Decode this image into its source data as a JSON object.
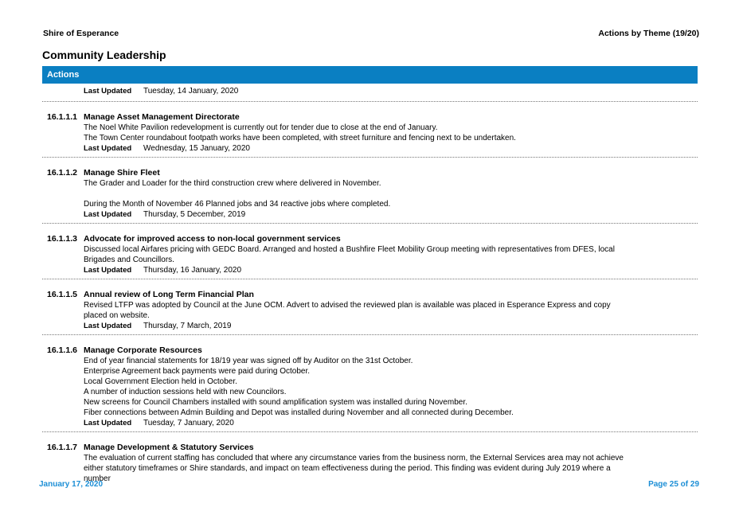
{
  "header": {
    "org": "Shire of Esperance",
    "report": "Actions by Theme  (19/20)"
  },
  "page_title": "Community Leadership",
  "bar_label": "Actions",
  "last_updated_label": "Last Updated",
  "first_last_updated": "Tuesday, 14 January, 2020",
  "sections": [
    {
      "num": "16.1.1.1",
      "title": "Manage Asset Management Directorate",
      "lines": [
        "The Noel White Pavilion redevelopment is currently out for tender due to close at the end of January.",
        "The Town Center roundabout footpath works have been completed, with street furniture and fencing next to be undertaken."
      ],
      "updated": "Wednesday, 15 January, 2020"
    },
    {
      "num": "16.1.1.2",
      "title": "Manage Shire Fleet",
      "lines": [
        "The Grader and Loader for the third construction crew where delivered in November.",
        "",
        "During the Month of November 46 Planned jobs and 34 reactive jobs where completed."
      ],
      "updated": "Thursday, 5 December, 2019"
    },
    {
      "num": "16.1.1.3",
      "title": "Advocate for improved access to non-local government services",
      "lines": [
        "Discussed local Airfares pricing with GEDC Board.  Arranged and hosted a Bushfire Fleet Mobility Group meeting with representatives from DFES, local Brigades and Councillors."
      ],
      "updated": "Thursday, 16 January, 2020"
    },
    {
      "num": "16.1.1.5",
      "title": "Annual review of Long Term Financial Plan",
      "lines": [
        "Revised LTFP was adopted by Council at the June OCM. Advert to advised the reviewed plan is available was placed in Esperance Express and copy placed on website."
      ],
      "updated": "Thursday, 7 March, 2019"
    },
    {
      "num": "16.1.1.6",
      "title": "Manage Corporate Resources",
      "lines": [
        "End of year financial statements for 18/19 year was signed off by Auditor on the 31st October.",
        "Enterprise Agreement back payments were paid during October.",
        "Local Government Election held in October.",
        "A number of induction sessions held with new Councilors.",
        "New screens for Council Chambers installed with sound amplification system was installed during November.",
        "Fiber connections between Admin Building and Depot was installed during November and all connected during December."
      ],
      "updated": "Tuesday, 7 January, 2020"
    },
    {
      "num": "16.1.1.7",
      "title": "Manage Development & Statutory Services",
      "lines": [
        "The evaluation of current staffing has concluded that where any circumstance varies from the business norm, the External Services area may not achieve either statutory timeframes or Shire standards, and impact on team effectiveness during the period. This finding was evident during July 2019 where a number"
      ]
    }
  ],
  "footer": {
    "date": "January 17, 2020",
    "page": "Page 25 of 29"
  }
}
